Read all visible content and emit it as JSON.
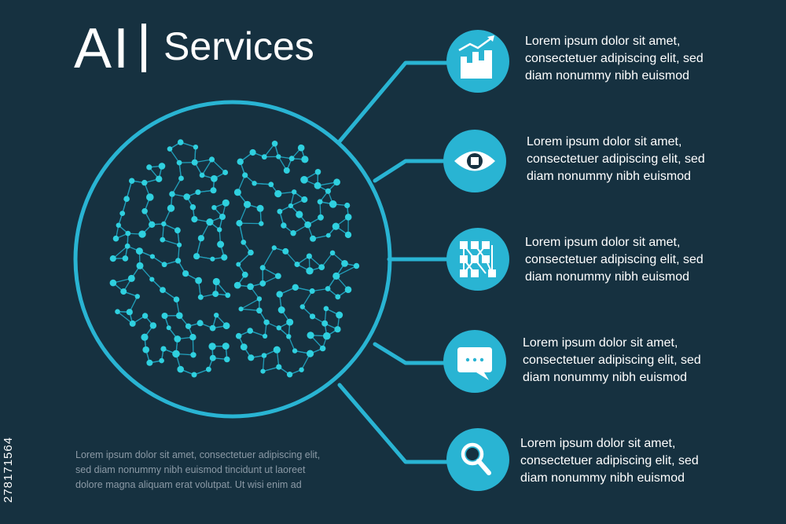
{
  "title": {
    "main": "AI",
    "sub": "Services"
  },
  "colors": {
    "background": "#163140",
    "accent": "#29b4d3",
    "node": "#2fd0df",
    "icon_fill": "#ffffff",
    "bottom_text": "#8c9aa6"
  },
  "services": [
    {
      "icon": "chart-growth-icon",
      "line1": "Lorem ipsum dolor sit amet,",
      "line2": "consectetuer adipiscing elit, sed",
      "line3": "diam nonummy nibh euismod"
    },
    {
      "icon": "eye-icon",
      "line1": "Lorem ipsum dolor sit amet,",
      "line2": "consectetuer adipiscing elit, sed",
      "line3": "diam nonummy nibh euismod"
    },
    {
      "icon": "network-grid-icon",
      "line1": "Lorem ipsum dolor sit amet,",
      "line2": "consectetuer adipiscing elit, sed",
      "line3": "diam nonummy nibh euismod"
    },
    {
      "icon": "chat-bubble-icon",
      "line1": "Lorem ipsum dolor sit amet,",
      "line2": "consectetuer adipiscing elit, sed",
      "line3": "diam nonummy nibh euismod"
    },
    {
      "icon": "magnifier-icon",
      "line1": "Lorem ipsum dolor sit amet,",
      "line2": "consectetuer adipiscing elit, sed",
      "line3": "diam nonummy nibh euismod"
    }
  ],
  "bottom_text": {
    "line1": "Lorem ipsum dolor sit amet, consectetuer adipiscing elit,",
    "line2": "sed diam nonummy nibh euismod tincidunt ut laoreet",
    "line3": "dolore magna aliquam erat volutpat. Ut wisi enim ad"
  },
  "stock_id": "278171564"
}
